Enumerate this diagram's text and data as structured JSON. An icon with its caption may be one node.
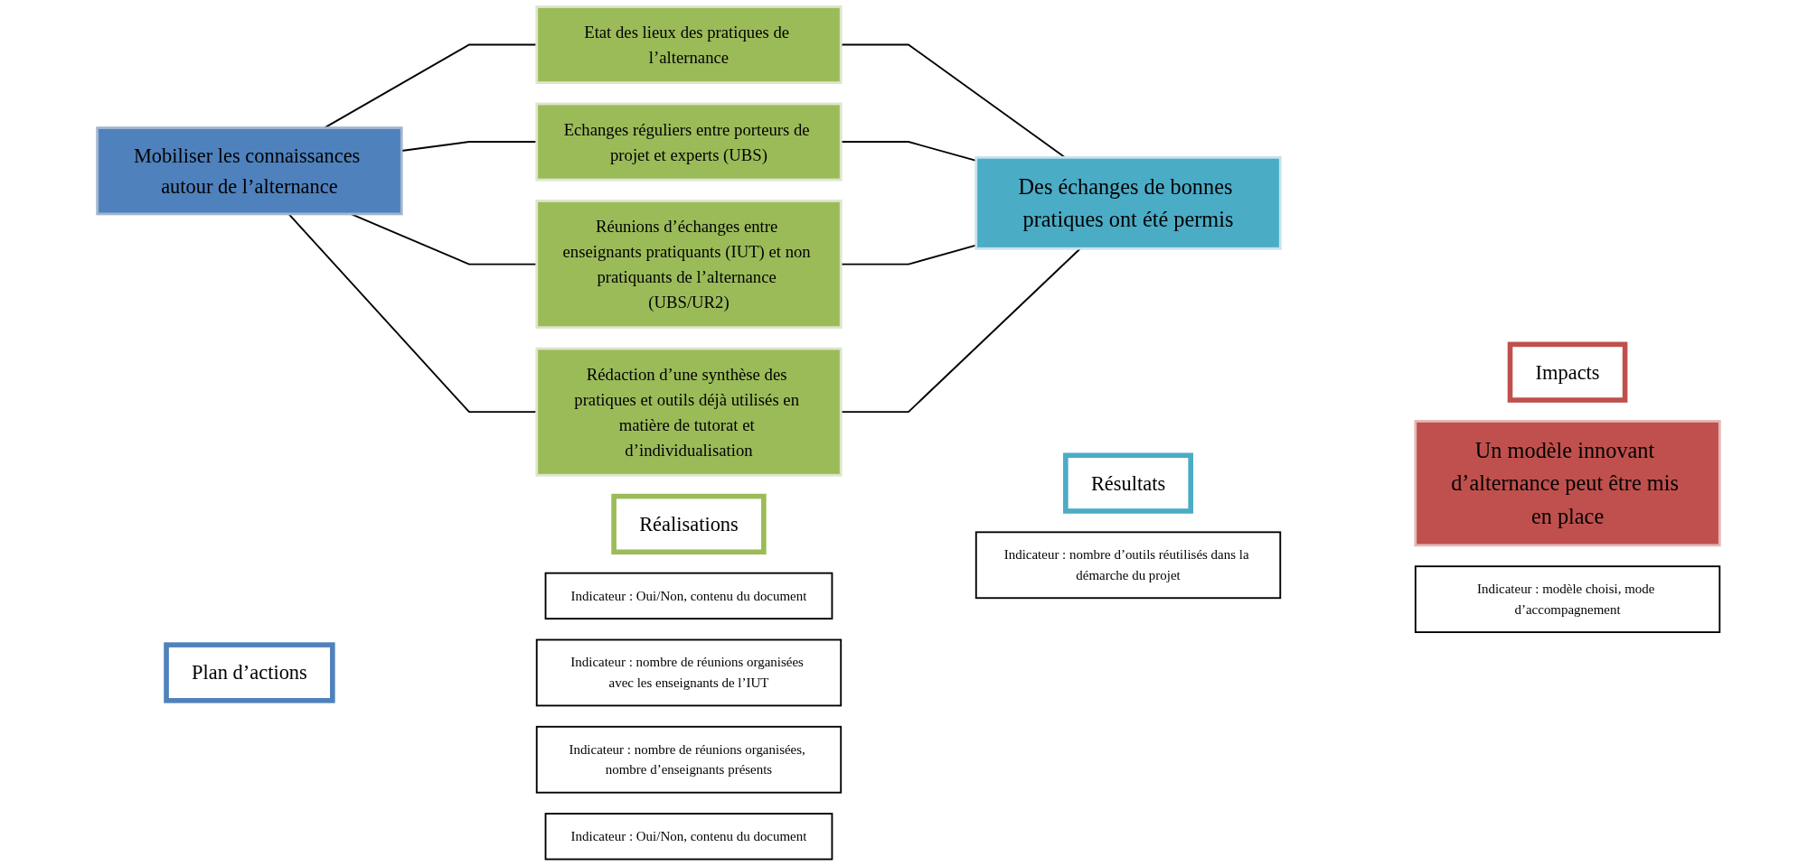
{
  "diagram": {
    "nodes": [
      {
        "text": [
          "Plan d’actions"
        ]
      },
      {
        "text": [
          "Réalisations"
        ]
      },
      {
        "text": [
          "Résultats"
        ]
      },
      {
        "text": [
          "Impacts"
        ]
      },
      {
        "text": [
          "Mobiliser les connaissances autour de l’alternance"
        ]
      },
      {
        "text": [
          "Etat des lieux des pratiques de l’alternance"
        ]
      },
      {
        "text": [
          "Indicateur : Oui/Non, contenu du document"
        ]
      },
      {
        "text": [
          "Echanges réguliers entre porteurs de projet et experts (UBS)"
        ]
      },
      {
        "text": [
          "Indicateur : nombre de réunions organisées avec les enseignants de l’IUT"
        ]
      },
      {
        "text": [
          "Réunions d’échanges entre enseignants pratiquants (IUT) et non pratiquants de l’alternance (UBS/UR2)"
        ]
      },
      {
        "text": [
          "Indicateur : nombre de réunions organisées, nombre d’enseignants présents"
        ]
      },
      {
        "text": [
          "Rédaction d’une synthèse des pratiques et outils déjà utilisés en matière de tutorat et d’individualisation"
        ]
      },
      {
        "text": [
          "Indicateur : Oui/Non, contenu du document"
        ]
      },
      {
        "text": [
          "Des échanges de bonnes pratiques ont été permis"
        ]
      },
      {
        "text": [
          "Indicateur : nombre d’outils réutilisés dans la démarche du projet"
        ]
      },
      {
        "text": [
          "Un modèle innovant d’alternance peut être mis en place"
        ]
      },
      {
        "text": [
          "Indicateur : modèle choisi, mode d’accompagnement"
        ]
      }
    ],
    "edges": [
      {
        "from": 4,
        "to": 5,
        "arrow": "none"
      },
      {
        "from": 4,
        "to": 7,
        "arrow": "none"
      },
      {
        "from": 4,
        "to": 9,
        "arrow": "none"
      },
      {
        "from": 4,
        "to": 11,
        "arrow": "none"
      },
      {
        "from": 5,
        "to": 13,
        "arrow": "none"
      },
      {
        "from": 7,
        "to": 13,
        "arrow": "none"
      },
      {
        "from": 9,
        "to": 13,
        "arrow": "none"
      },
      {
        "from": 11,
        "to": 13,
        "arrow": "none"
      }
    ]
  }
}
